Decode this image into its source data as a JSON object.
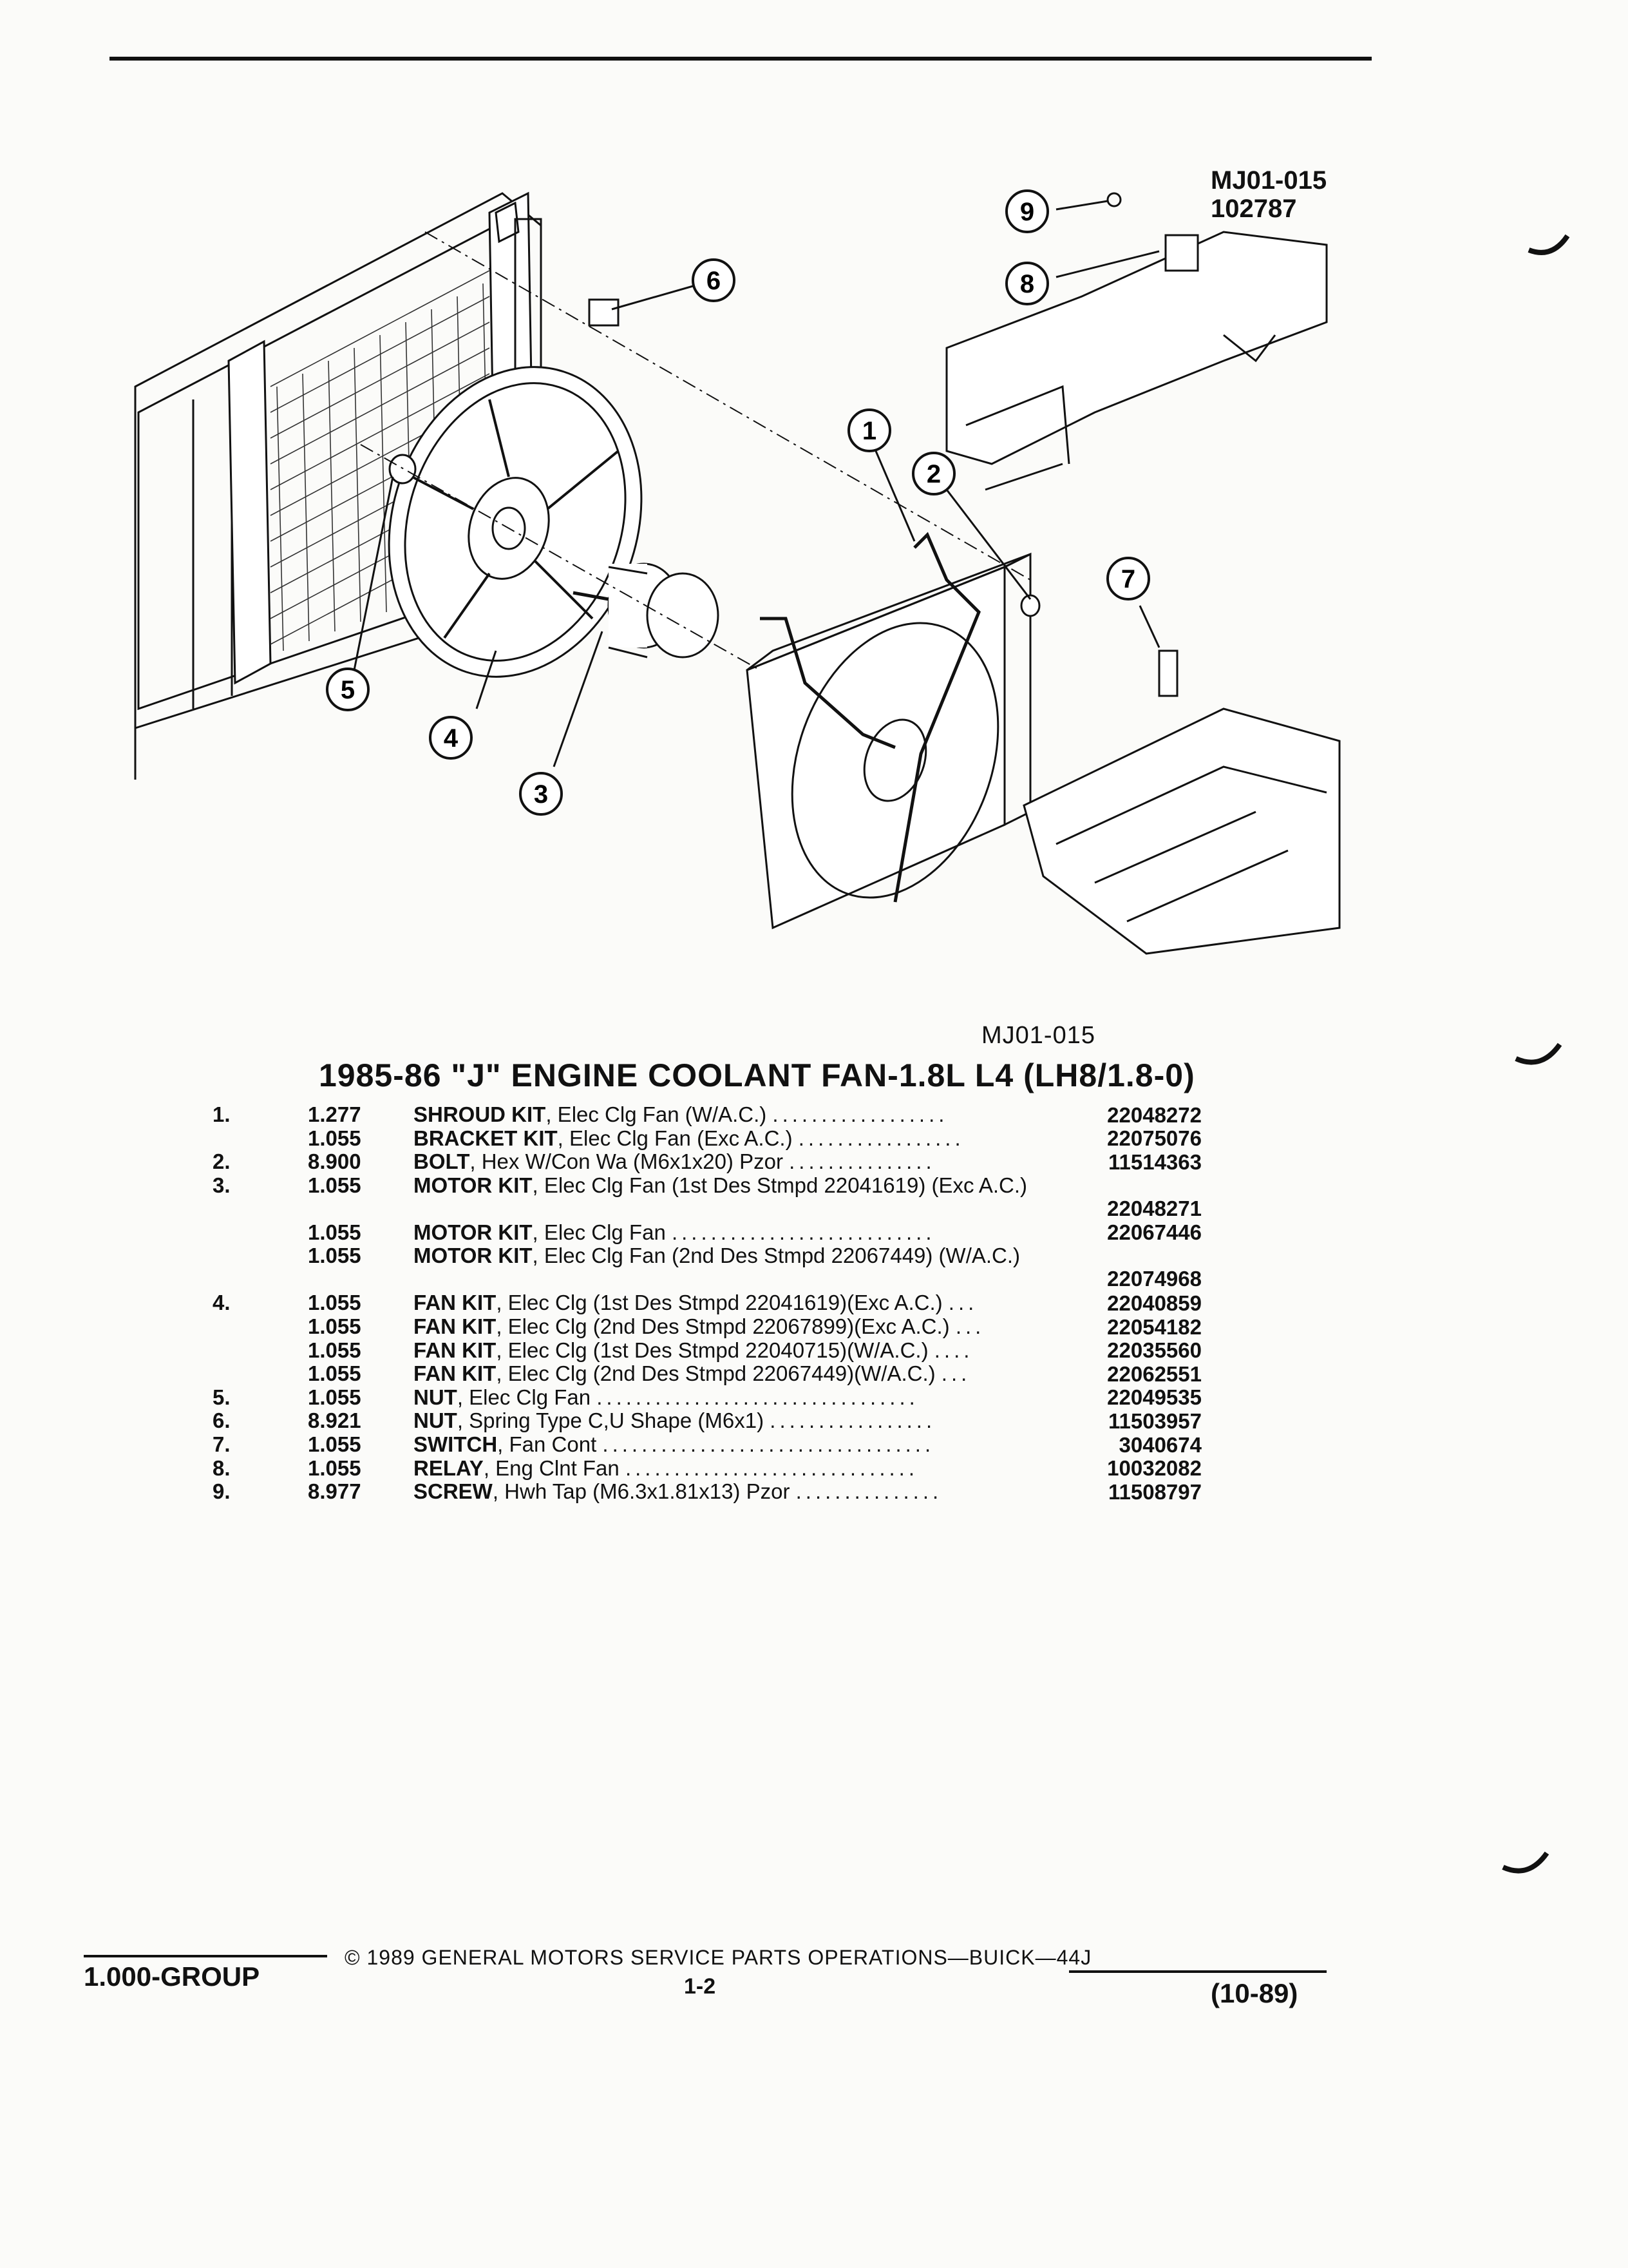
{
  "figure": {
    "id_top": "MJ01-015",
    "date_code": "102787",
    "id_bottom": "MJ01-015",
    "callouts": [
      "1",
      "2",
      "3",
      "4",
      "5",
      "6",
      "7",
      "8",
      "9"
    ]
  },
  "heading": "1985-86 \"J\" ENGINE COOLANT FAN-1.8L L4 (LH8/1.8-0)",
  "parts": [
    {
      "num": "1.",
      "qty": "1.277",
      "name": "SHROUD KIT",
      "detail": ", Elec Clg Fan (W/A.C.)",
      "part": "22048272"
    },
    {
      "num": "",
      "qty": "1.055",
      "name": "BRACKET KIT",
      "detail": ", Elec Clg Fan (Exc A.C.)",
      "part": "22075076"
    },
    {
      "num": "2.",
      "qty": "8.900",
      "name": "BOLT",
      "detail": ", Hex W/Con Wa (M6x1x20) Pzor",
      "part": "11514363"
    },
    {
      "num": "3.",
      "qty": "1.055",
      "name": "MOTOR KIT",
      "detail": ", Elec Clg Fan (1st Des Stmpd 22041619) (Exc A.C.)",
      "part": "22048271"
    },
    {
      "num": "",
      "qty": "1.055",
      "name": "MOTOR KIT",
      "detail": ", Elec Clg Fan",
      "part": "22067446"
    },
    {
      "num": "",
      "qty": "1.055",
      "name": "MOTOR KIT",
      "detail": ", Elec Clg Fan (2nd Des Stmpd 22067449) (W/A.C.)",
      "part": "22074968"
    },
    {
      "num": "4.",
      "qty": "1.055",
      "name": "FAN KIT",
      "detail": ", Elec Clg (1st Des Stmpd 22041619)(Exc A.C.)",
      "part": "22040859"
    },
    {
      "num": "",
      "qty": "1.055",
      "name": "FAN KIT",
      "detail": ", Elec Clg (2nd Des Stmpd 22067899)(Exc A.C.)",
      "part": "22054182"
    },
    {
      "num": "",
      "qty": "1.055",
      "name": "FAN KIT",
      "detail": ", Elec Clg (1st Des Stmpd 22040715)(W/A.C.)",
      "part": "22035560"
    },
    {
      "num": "",
      "qty": "1.055",
      "name": "FAN KIT",
      "detail": ", Elec Clg (2nd Des Stmpd 22067449)(W/A.C.)",
      "part": "22062551"
    },
    {
      "num": "5.",
      "qty": "1.055",
      "name": "NUT",
      "detail": ", Elec Clg Fan",
      "part": "22049535"
    },
    {
      "num": "6.",
      "qty": "8.921",
      "name": "NUT",
      "detail": ", Spring Type C,U Shape (M6x1)",
      "part": "11503957"
    },
    {
      "num": "7.",
      "qty": "1.055",
      "name": "SWITCH",
      "detail": ", Fan Cont",
      "part": "3040674"
    },
    {
      "num": "8.",
      "qty": "1.055",
      "name": "RELAY",
      "detail": ", Eng Clnt Fan",
      "part": "10032082"
    },
    {
      "num": "9.",
      "qty": "8.977",
      "name": "SCREW",
      "detail": ", Hwh Tap (M6.3x1.81x13) Pzor",
      "part": "11508797"
    }
  ],
  "footer": {
    "group": "1.000-GROUP",
    "copyright": "© 1989 GENERAL MOTORS SERVICE PARTS OPERATIONS—BUICK—44J",
    "page": "1-2",
    "date": "(10-89)"
  }
}
